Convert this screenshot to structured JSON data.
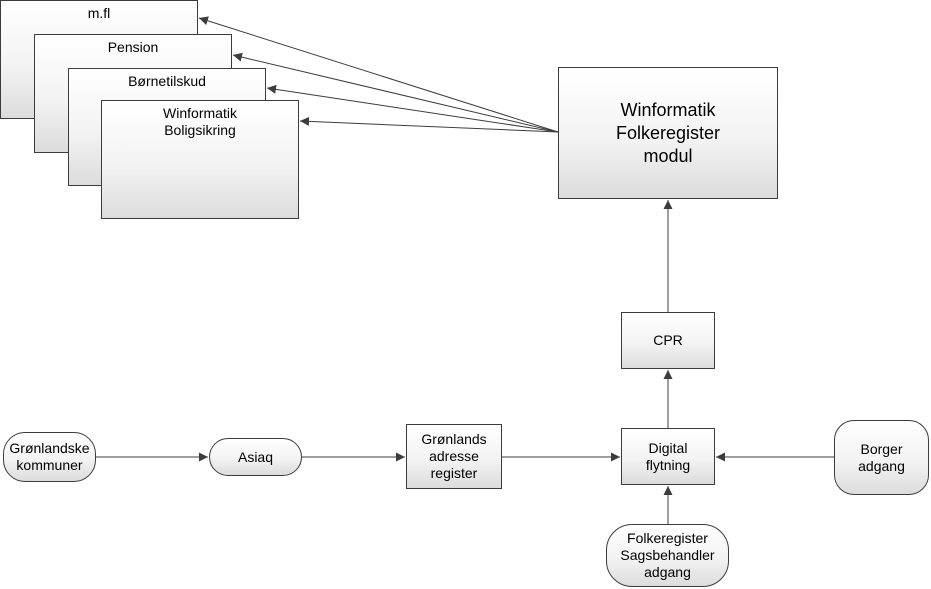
{
  "stack": {
    "mfl": "m.fl",
    "pension": "Pension",
    "bornetilskud": "Børnetilskud",
    "boligsikring": "Winformatik\nBoligsikring"
  },
  "folkeregister_modul": "Winformatik\nFolkeregister\nmodul",
  "cpr": "CPR",
  "digital_flytning": "Digital\nflytning",
  "borger_adgang": "Borger\nadgang",
  "sagsbehandler_adgang": "Folkeregister\nSagsbehandler\nadgang",
  "adresse_register": "Grønlands\nadresse\nregister",
  "asiaq": "Asiaq",
  "kommuner": "Grønlandske\nkommuner",
  "colors": {
    "stroke": "#3c3c3c",
    "fill_top": "#ffffff",
    "fill_bottom": "#dcdcdc"
  }
}
